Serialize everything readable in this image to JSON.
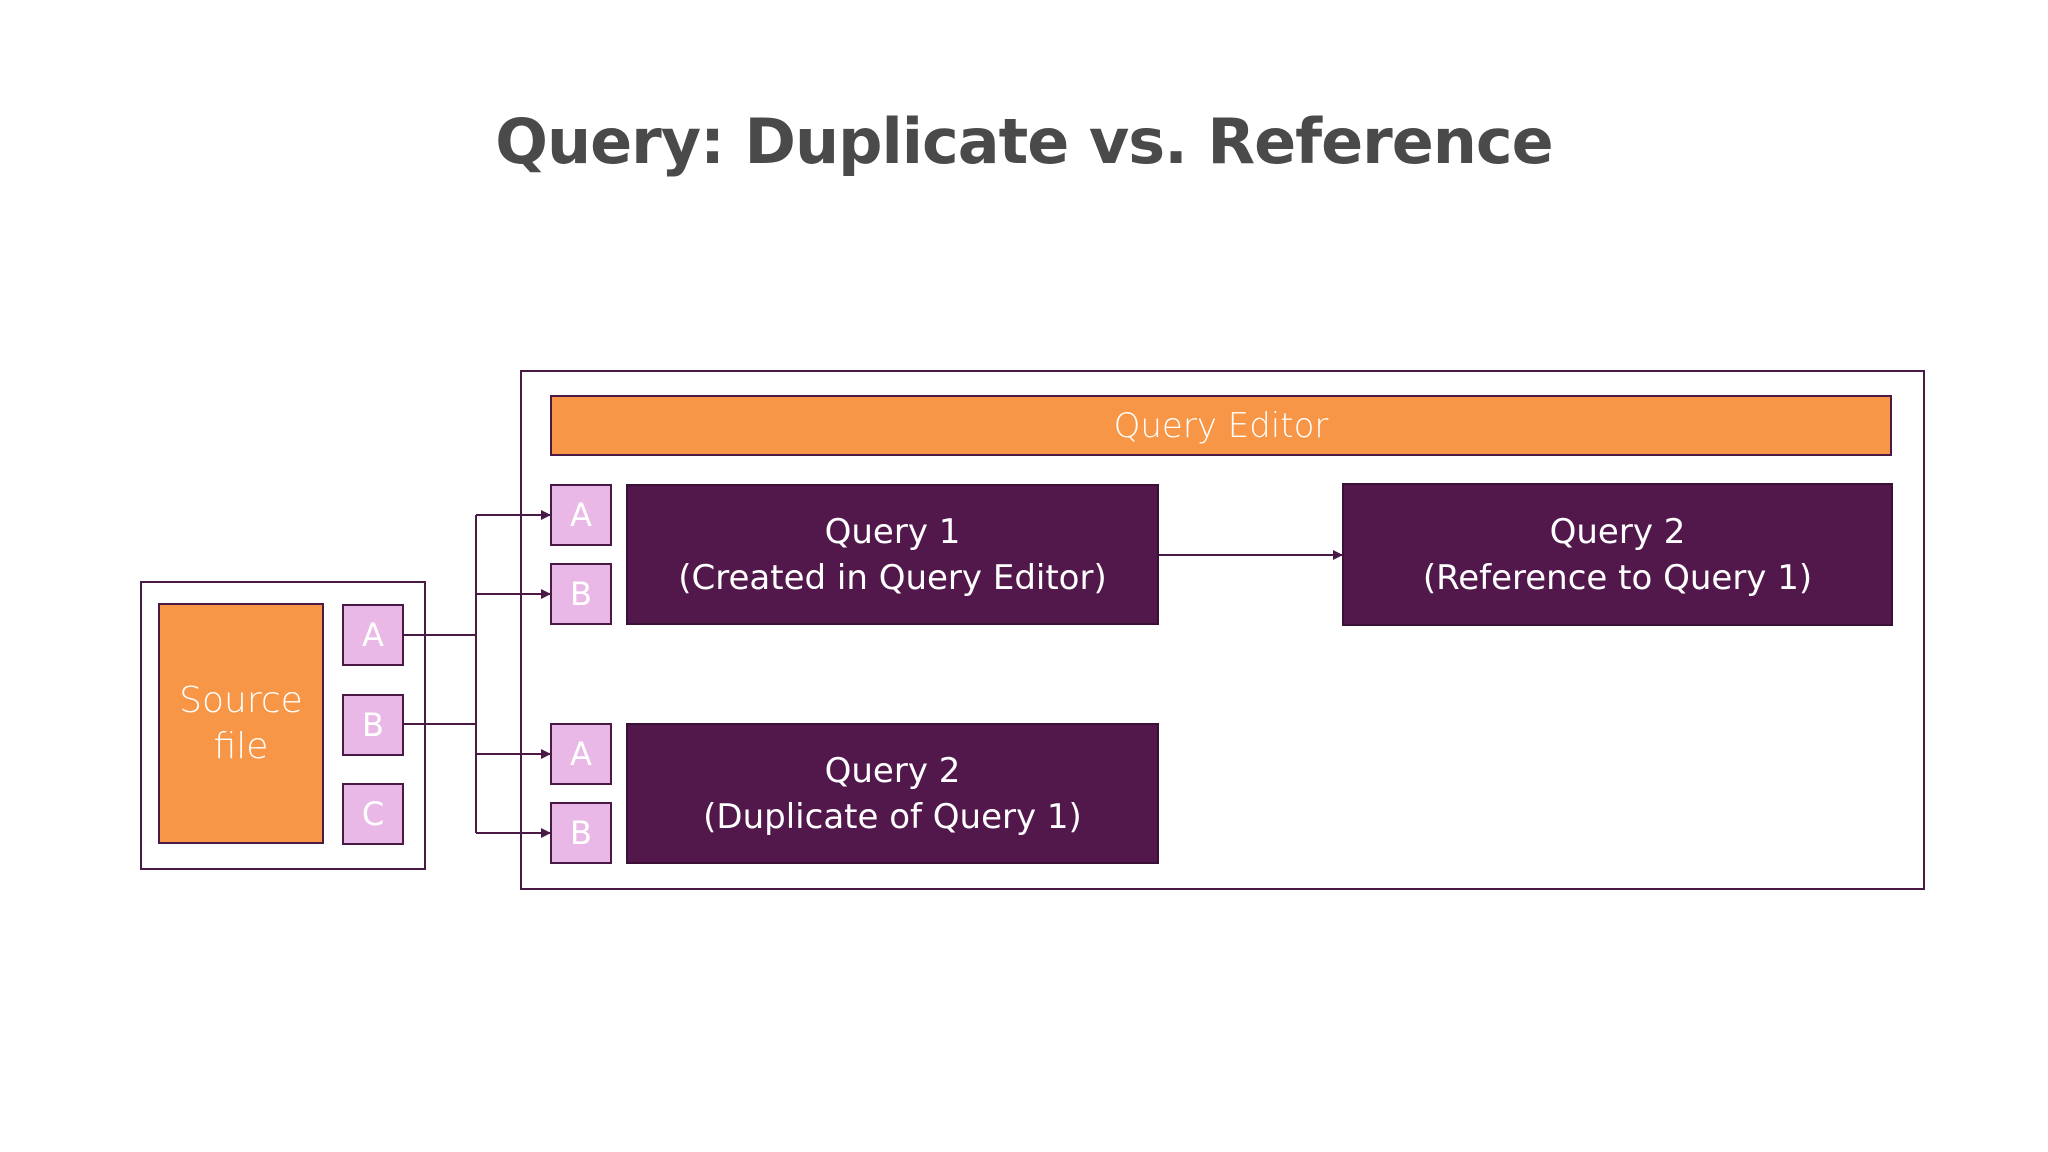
{
  "title": "Query: Duplicate vs. Reference",
  "colors": {
    "orange": "#f79646",
    "purple": "#52184c",
    "pink": "#eab8e6",
    "outline": "#4a1a47",
    "title": "#4a4a4a"
  },
  "source": {
    "label_line1": "Source",
    "label_line2": "file",
    "columns": [
      "A",
      "B",
      "C"
    ]
  },
  "editor": {
    "label": "Query Editor",
    "query1": {
      "line1": "Query 1",
      "line2": "(Created in Query Editor)",
      "columns": [
        "A",
        "B"
      ]
    },
    "query2_reference": {
      "line1": "Query 2",
      "line2": "(Reference to Query 1)"
    },
    "query2_duplicate": {
      "line1": "Query 2",
      "line2": "(Duplicate of Query 1)",
      "columns": [
        "A",
        "B"
      ]
    }
  }
}
